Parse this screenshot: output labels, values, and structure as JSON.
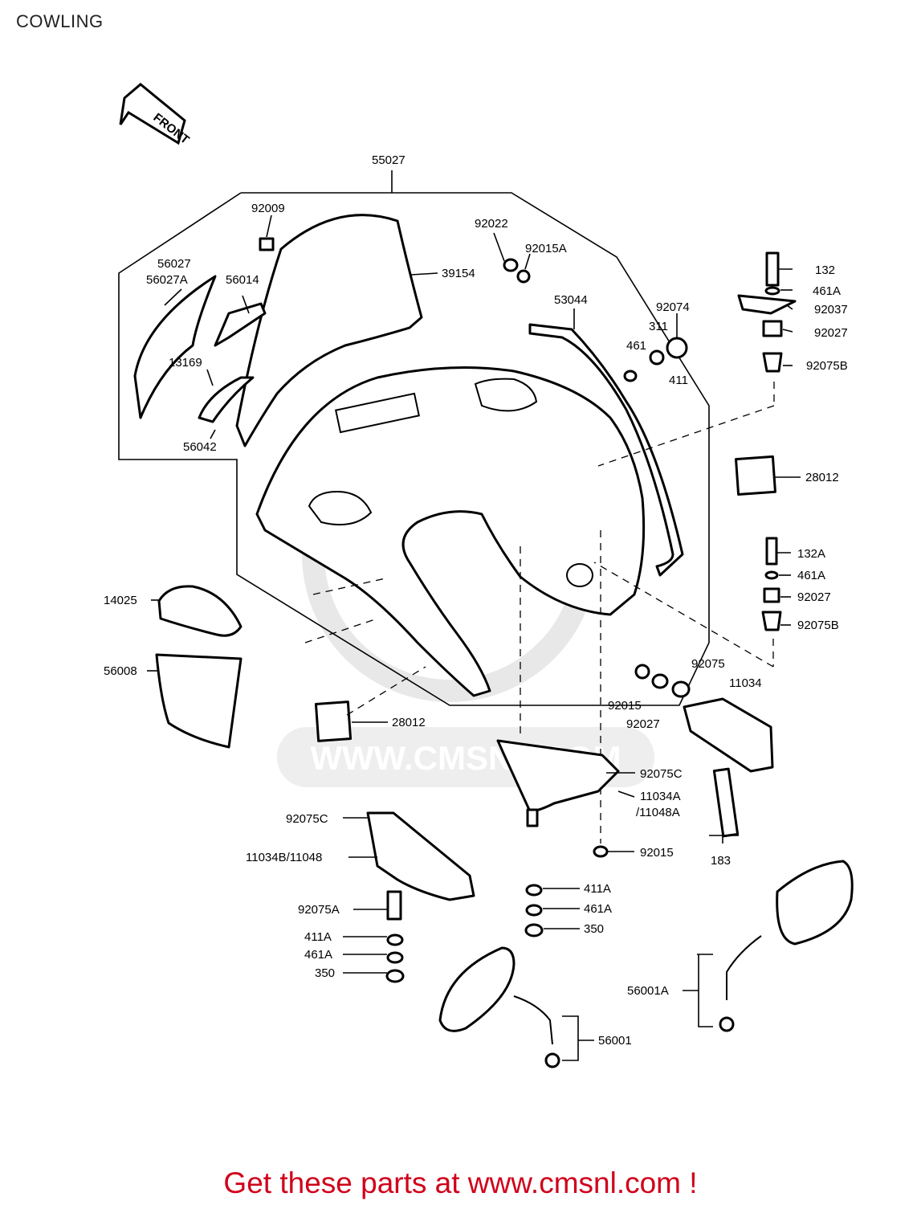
{
  "title": "COWLING",
  "front_arrow": {
    "text": "FRONT"
  },
  "parts": {
    "p55027": "55027",
    "p92009": "92009",
    "p56027": "56027",
    "p56027A": "56027A",
    "p56014": "56014",
    "p39154": "39154",
    "p13169": "13169",
    "p56042": "56042",
    "p92022": "92022",
    "p92015A": "92015A",
    "p53044": "53044",
    "p92074": "92074",
    "p311": "311",
    "p461": "461",
    "p411": "411",
    "p132": "132",
    "p461A_top": "461A",
    "p92037": "92037",
    "p92027_top": "92027",
    "p92075B_top": "92075B",
    "p28012_right": "28012",
    "p132A": "132A",
    "p461A_mid": "461A",
    "p92027_mid": "92027",
    "p92075B_mid": "92075B",
    "p14025": "14025",
    "p56008": "56008",
    "p28012_bottom": "28012",
    "p92075": "92075",
    "p11034": "11034",
    "p92015": "92015",
    "p92027_low": "92027",
    "p92075C_right": "92075C",
    "p11034A": "11034A",
    "p11048A": "/11048A",
    "p183": "183",
    "p92015_low": "92015",
    "p92075C_left": "92075C",
    "p11034B": "11034B/11048",
    "p92075A": "92075A",
    "p411A_left": "411A",
    "p461A_left": "461A",
    "p350_left": "350",
    "p411A_mid": "411A",
    "p461A_low": "461A",
    "p350_mid": "350",
    "p56001A": "56001A",
    "p56001": "56001"
  },
  "watermark": "WWW.CMSNL.COM",
  "footer": "Get these parts at www.cmsnl.com !",
  "colors": {
    "footer": "#d0021b",
    "lines": "#000000",
    "watermark": "#d8d8d8"
  }
}
